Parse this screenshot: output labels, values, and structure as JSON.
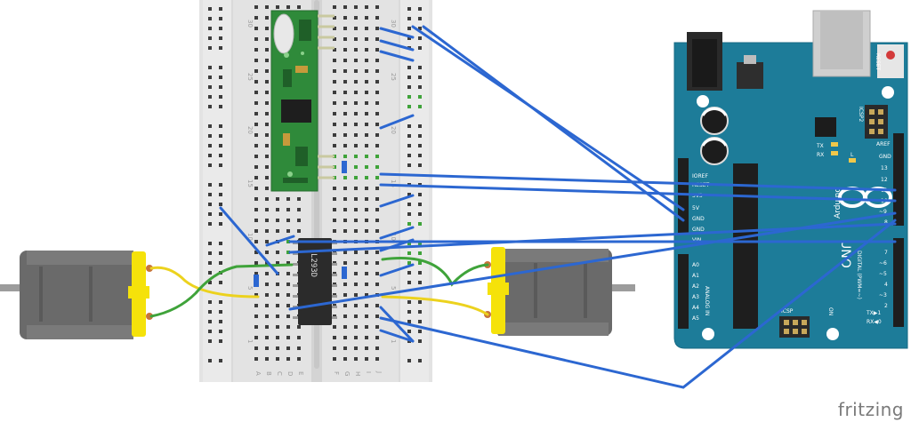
{
  "breadboard": {
    "column_numbers": [
      "30",
      "25",
      "20",
      "15",
      "10",
      "5",
      "1"
    ],
    "row_letters_left": [
      "A",
      "B",
      "C",
      "D",
      "E"
    ],
    "row_letters_right": [
      "F",
      "G",
      "H",
      "I",
      "J"
    ]
  },
  "driver_chip": {
    "label": "L293D"
  },
  "arduino": {
    "reset_label": "RESET",
    "icsp2_label": "ICSP2",
    "icsp_label": "ICSP",
    "tx_label": "TX",
    "rx_label": "RX",
    "l_label": "L",
    "on_label": "ON",
    "logo_text": "Arduino",
    "model_text": "UNO",
    "digital_label": "DIGITAL (PWM=~)",
    "analog_label": "ANALOG IN",
    "left_pins": [
      "IOREF",
      "RESET",
      "3V3",
      "5V",
      "GND",
      "GND",
      "VIN"
    ],
    "analog_pins": [
      "A0",
      "A1",
      "A2",
      "A3",
      "A4",
      "A5"
    ],
    "top_right_pins": [
      "AREF",
      "GND",
      "13",
      "12",
      "~11",
      "~10",
      "~9",
      "8"
    ],
    "bottom_right_pins": [
      "7",
      "~6",
      "~5",
      "4",
      "~3",
      "2",
      "TX▶1",
      "RX◀0"
    ]
  },
  "watermark": {
    "text": "fritzing"
  },
  "colors": {
    "breadboard": "#e4e4e4",
    "arduino": "#1d7c99",
    "wire_blue": "#2c67d1",
    "wire_green": "#3fa33a",
    "wire_yellow": "#ecd21e",
    "motor_body": "#6a6a6a",
    "motor_cap": "#f5e20a",
    "rf_module": "#2f8a3a",
    "chip": "#2b2b2b"
  }
}
